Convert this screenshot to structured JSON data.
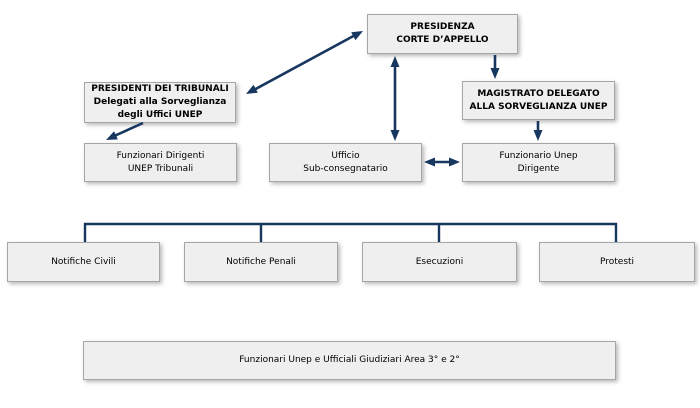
{
  "diagram": {
    "type": "org-chart",
    "colors": {
      "arrow": "#17375e",
      "box_fill": "#efefef",
      "box_border": "#a6a6a6",
      "text": "#000000",
      "background": "#ffffff"
    },
    "nodes": {
      "presidenza": {
        "line1": "PRESIDENZA",
        "line2": "CORTE D’APPELLO"
      },
      "presidenti": {
        "line1": "PRESIDENTI DEI TRIBUNALI",
        "line2": "Delegati alla Sorveglianza",
        "line3": "degli Uffici UNEP"
      },
      "magistrato": {
        "line1": "MAGISTRATO DELEGATO",
        "line2": "ALLA SORVEGLIANZA UNEP"
      },
      "funzionari_dirigenti": {
        "line1": "Funzionari Dirigenti",
        "line2": "UNEP Tribunali"
      },
      "ufficio": {
        "line1": "Ufficio",
        "line2": "Sub-consegnatario"
      },
      "funzionario_unep": {
        "line1": "Funzionario Unep",
        "line2": "Dirigente"
      },
      "notifiche_civili": {
        "label": "Notifiche Civili"
      },
      "notifiche_penali": {
        "label": "Notifiche Penali"
      },
      "esecuzioni": {
        "label": "Esecuzioni"
      },
      "protesti": {
        "label": "Protesti"
      },
      "area": {
        "label": "Funzionari Unep e Ufficiali Giudiziari Area 3° e 2°"
      }
    },
    "connections": [
      {
        "from": "presidenza",
        "to": "presidenti",
        "style": "double-arrow-diagonal"
      },
      {
        "from": "presidenza",
        "to": "ufficio",
        "style": "double-arrow-vertical"
      },
      {
        "from": "presidenza",
        "to": "magistrato",
        "style": "arrow-down"
      },
      {
        "from": "magistrato",
        "to": "funzionario_unep",
        "style": "arrow-down"
      },
      {
        "from": "presidenti",
        "to": "funzionari_dirigenti",
        "style": "arrow-diagonal"
      },
      {
        "from": "ufficio",
        "to": "funzionario_unep",
        "style": "double-arrow-horizontal"
      },
      {
        "from": "connector-tree",
        "to": "notifiche_civili|notifiche_penali|esecuzioni|protesti",
        "style": "elbow-lines"
      }
    ]
  }
}
